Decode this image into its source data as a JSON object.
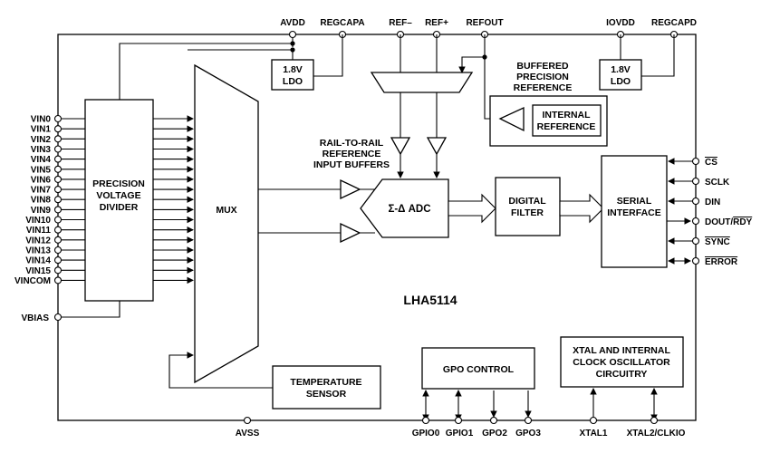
{
  "chip": {
    "name": "LHA5114"
  },
  "top_pins": {
    "avdd": "AVDD",
    "regcapa": "REGCAPA",
    "ref_minus": "REF–",
    "ref_plus": "REF+",
    "refout": "REFOUT",
    "iovdd": "IOVDD",
    "regcapd": "REGCAPD"
  },
  "inputs": [
    "VIN0",
    "VIN1",
    "VIN2",
    "VIN3",
    "VIN4",
    "VIN5",
    "VIN6",
    "VIN7",
    "VIN8",
    "VIN9",
    "VIN10",
    "VIN11",
    "VIN12",
    "VIN13",
    "VIN14",
    "VIN15",
    "VINCOM"
  ],
  "vbias": "VBIAS",
  "right_pins": {
    "cs": "CS",
    "sclk": "SCLK",
    "din": "DIN",
    "dout": "DOUT/",
    "rdy": "RDY",
    "sync": "SYNC",
    "error": "ERROR"
  },
  "bottom_pins": {
    "avss": "AVSS",
    "gpio0": "GPIO0",
    "gpio1": "GPIO1",
    "gpo2": "GPO2",
    "gpo3": "GPO3",
    "xtal1": "XTAL1",
    "xtal2": "XTAL2/CLKIO"
  },
  "blocks": {
    "ldo_line1": "1.8V",
    "ldo_line2": "LDO",
    "divider": [
      "PRECISION",
      "VOLTAGE",
      "DIVIDER"
    ],
    "mux": "MUX",
    "buffered_ref": [
      "BUFFERED",
      "PRECISION",
      "REFERENCE"
    ],
    "internal_ref": [
      "INTERNAL",
      "REFERENCE"
    ],
    "ref_buffers": [
      "RAIL-TO-RAIL",
      "REFERENCE",
      "INPUT BUFFERS"
    ],
    "adc": "Σ-Δ ADC",
    "digital_filter": [
      "DIGITAL",
      "FILTER"
    ],
    "serial_interface": [
      "SERIAL",
      "INTERFACE"
    ],
    "temp_sensor": [
      "TEMPERATURE",
      "SENSOR"
    ],
    "gpo_control": "GPO CONTROL",
    "xtal": [
      "XTAL AND INTERNAL",
      "CLOCK OSCILLATOR",
      "CIRCUITRY"
    ]
  }
}
